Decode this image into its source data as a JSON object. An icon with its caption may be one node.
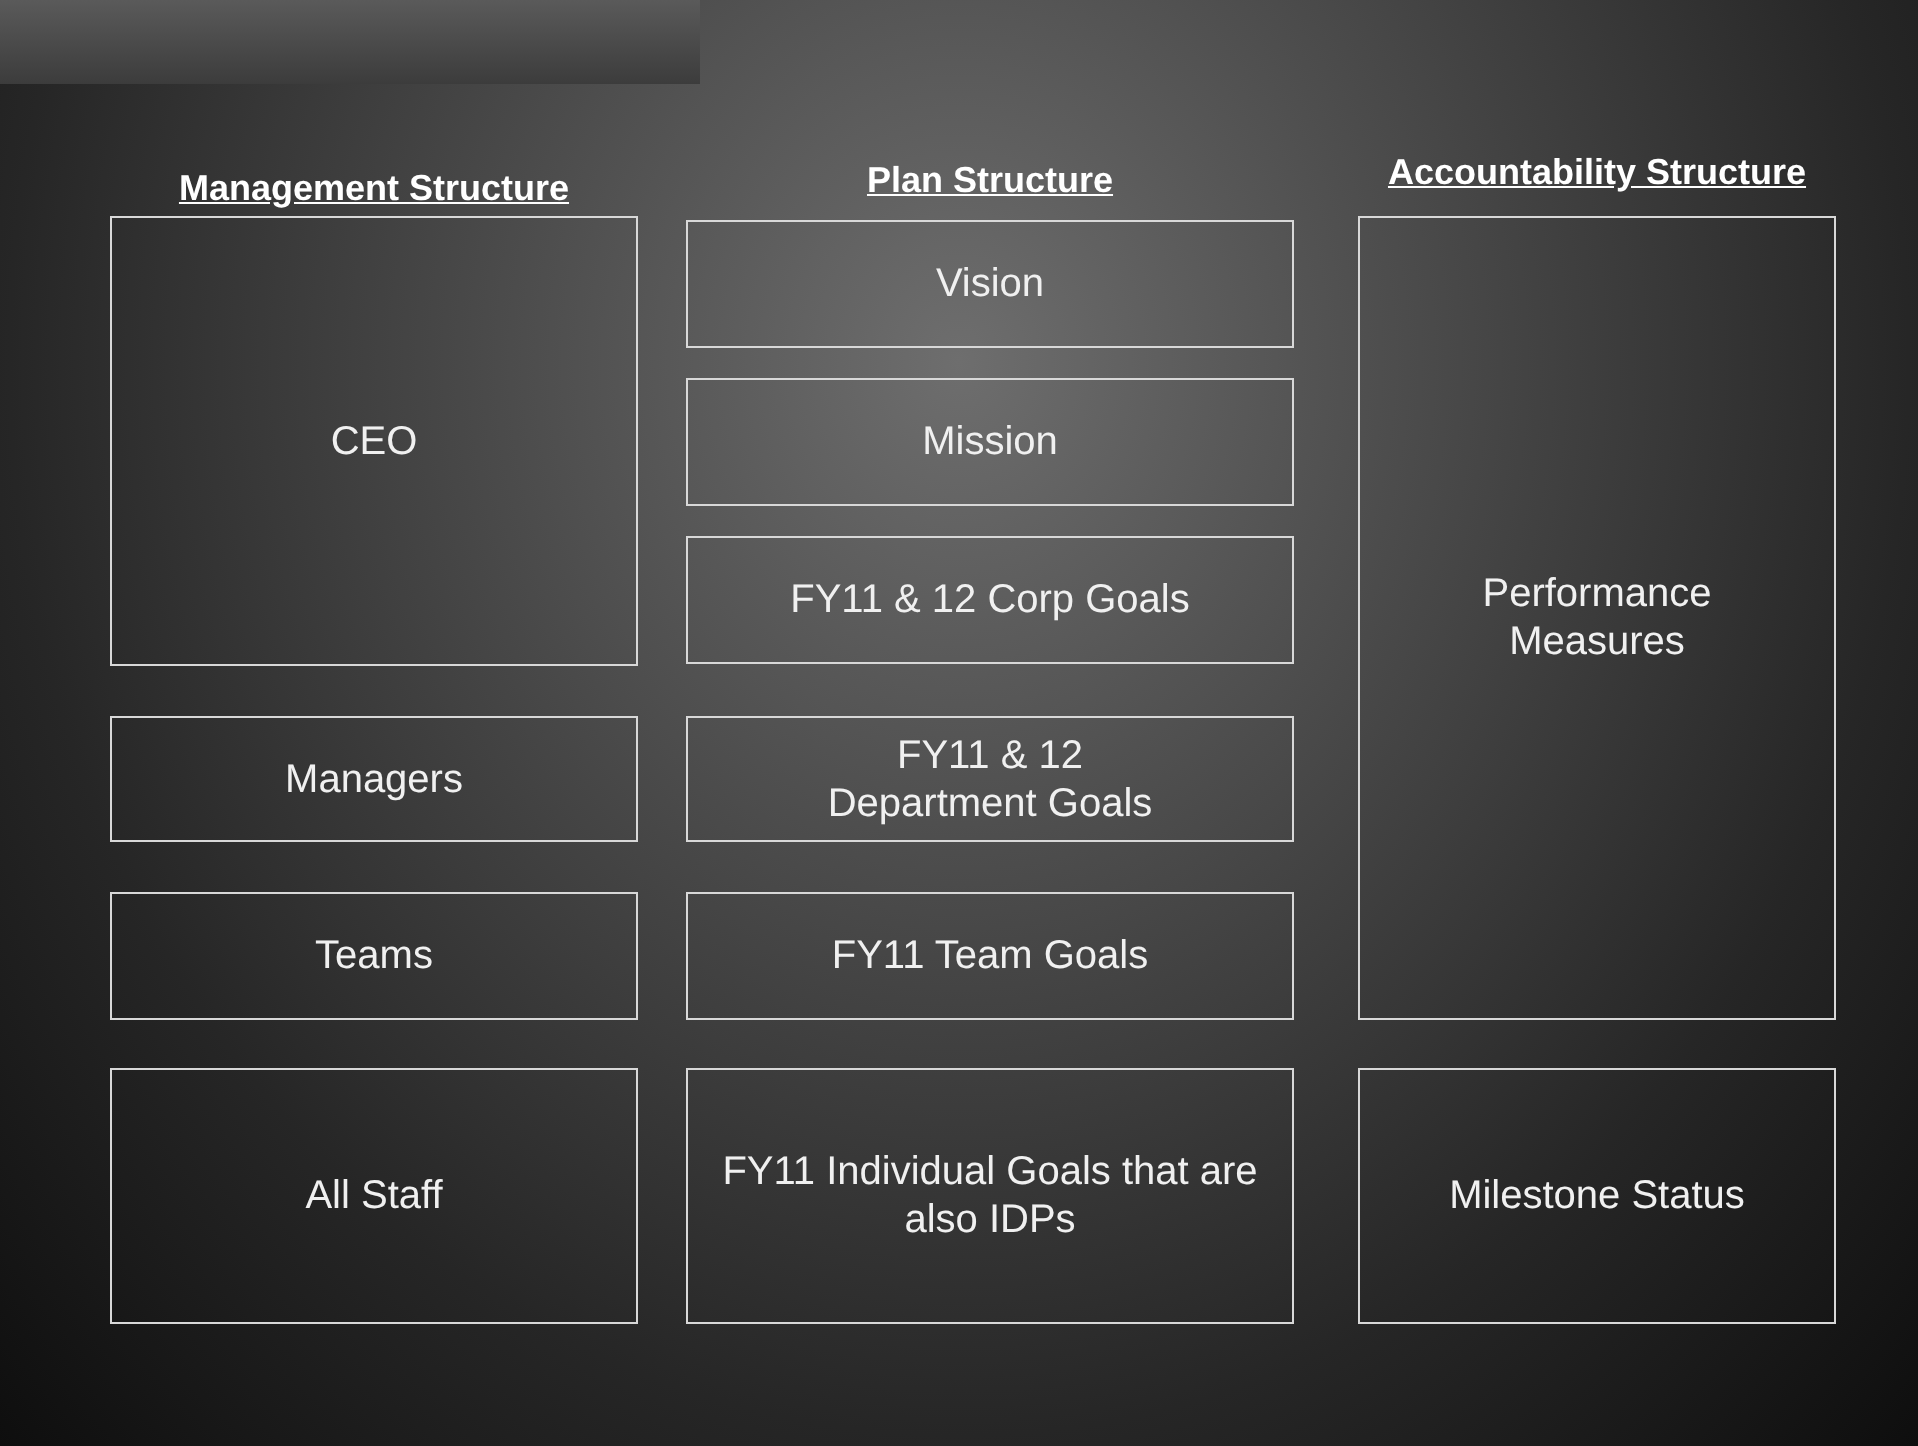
{
  "diagram": {
    "nodes": [
      {
        "text": [
          "CEO"
        ]
      },
      {
        "text": [
          "Managers"
        ]
      },
      {
        "text": [
          "Teams"
        ]
      },
      {
        "text": [
          "All Staff"
        ]
      },
      {
        "text": [
          "Vision"
        ]
      },
      {
        "text": [
          "Mission"
        ]
      },
      {
        "text": [
          "FY11 & 12 Corp Goals"
        ]
      },
      {
        "text": [
          "FY11 & 12 Department Goals"
        ]
      },
      {
        "text": [
          "FY11 Team Goals"
        ]
      },
      {
        "text": [
          "FY11 Individual Goals that are also IDPs"
        ]
      },
      {
        "text": [
          "Performance Measures"
        ]
      },
      {
        "text": [
          "Milestone Status"
        ]
      }
    ],
    "edges": [],
    "labels": [
      "Management Structure",
      "Plan Structure",
      "Accountability Structure"
    ]
  }
}
